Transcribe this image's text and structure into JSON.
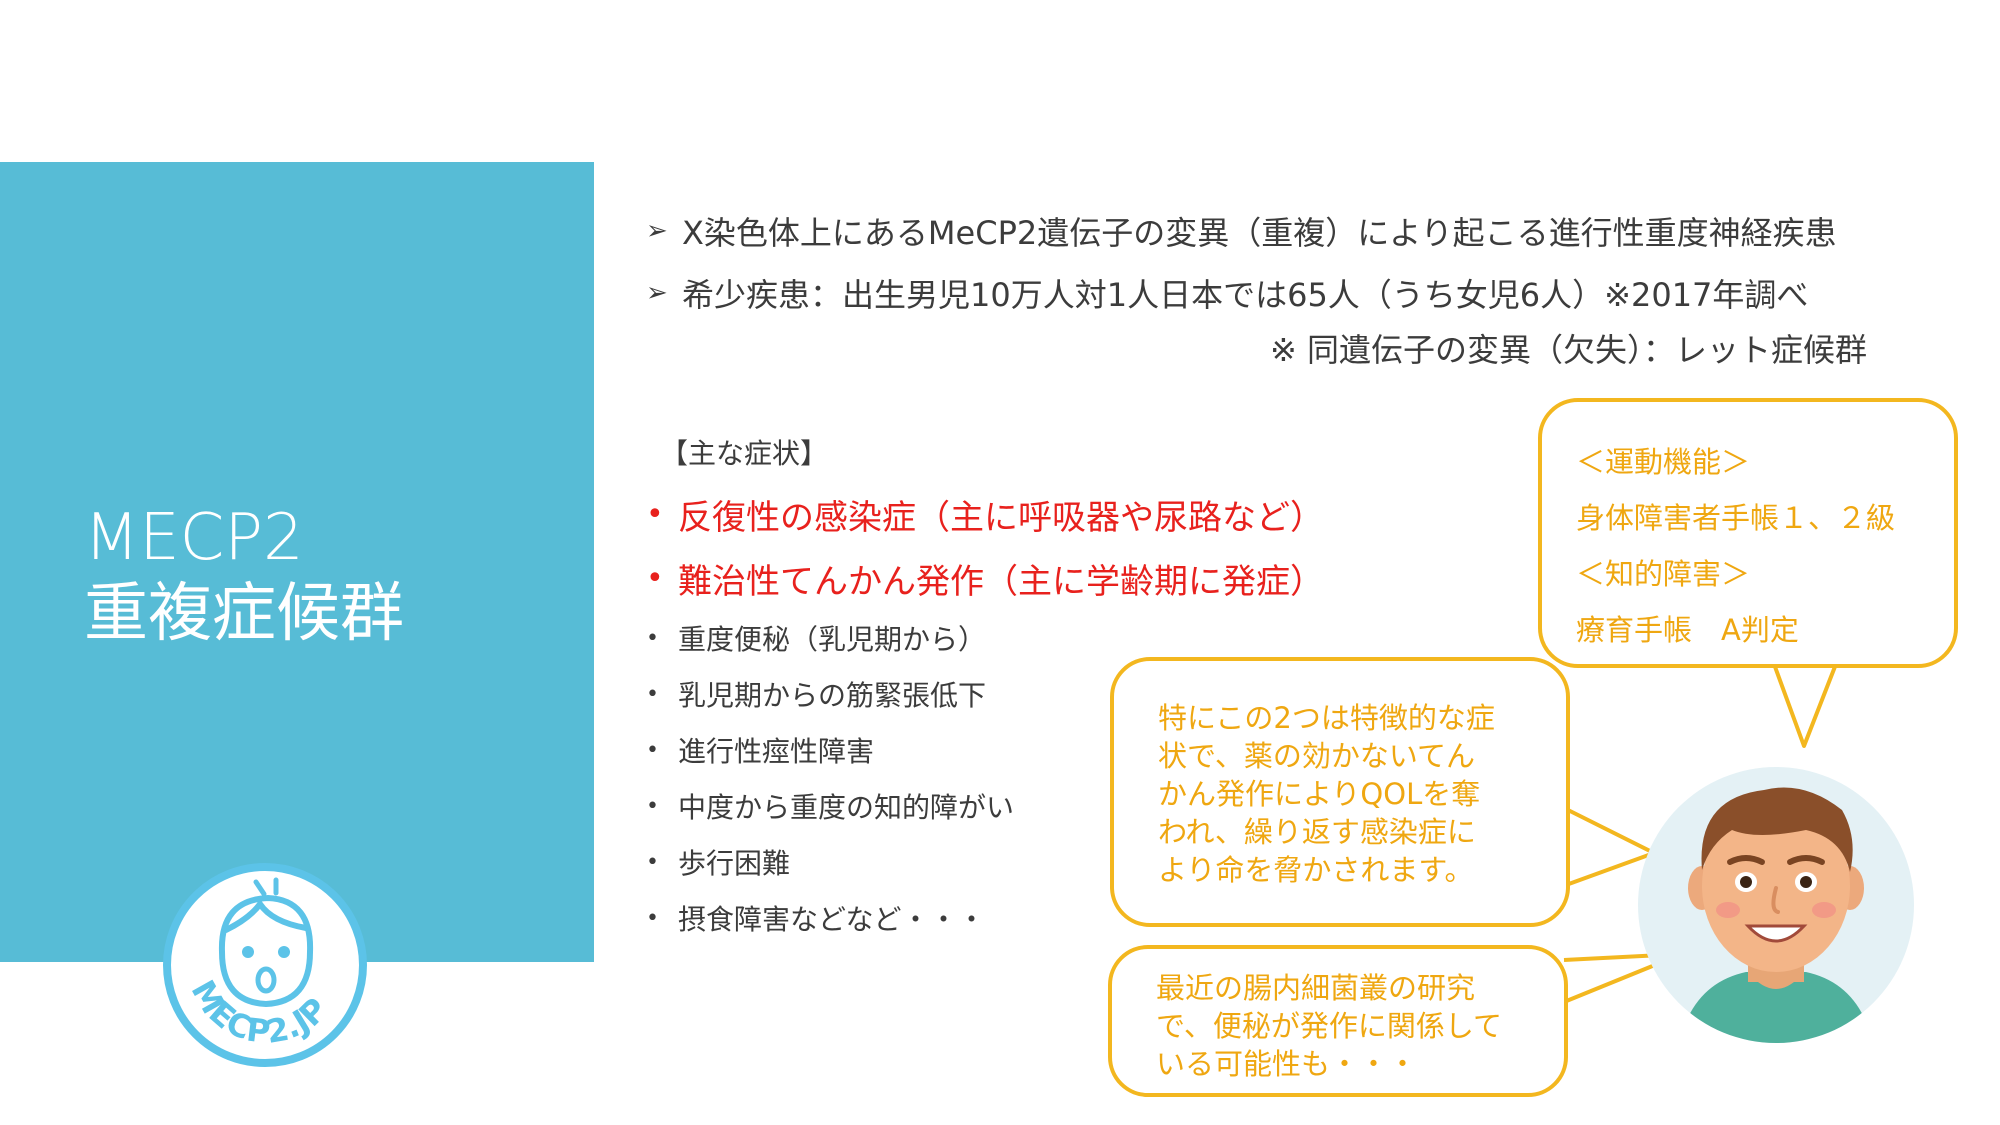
{
  "title": {
    "line1": "MECP2",
    "line2": "重複症候群"
  },
  "logo": {
    "text": "MECP2.JP"
  },
  "intro": [
    "X染色体上にあるMeCP2遺伝子の変異（重複）により起こる進行性重度神経疾患",
    "希少疾患：出生男児10万人対1人日本では65人（うち女児6人）※2017年調べ"
  ],
  "note": "※ 同遺伝子の変異（欠失）：レット症候群",
  "symptoms": {
    "heading": "【主な症状】",
    "major": [
      "反復性の感染症（主に呼吸器や尿路など）",
      "難治性てんかん発作（主に学齢期に発症）"
    ],
    "minor": [
      "重度便秘（乳児期から）",
      "乳児期からの筋緊張低下",
      "進行性痙性障害",
      "中度から重度の知的障がい",
      "歩行困難",
      "摂食障害などなど・・・"
    ]
  },
  "bubble_right": [
    "＜運動機能＞",
    "身体障害者手帳１、２級",
    "＜知的障害＞",
    "療育手帳　A判定"
  ],
  "bubble_mid": [
    "特にこの2つは特徴的な症",
    "状で、薬の効かないてん",
    "かん発作によりQOLを奪",
    "われ、繰り返す感染症に",
    "より命を脅かされます。"
  ],
  "bubble_bot": [
    "最近の腸内細菌叢の研究",
    "で、便秘が発作に関係して",
    "いる可能性も・・・"
  ],
  "colors": {
    "panel": "#57bcd6",
    "major_symptom": "#e8211d",
    "bubble_border": "#f3b71f",
    "bubble_text": "#efa711"
  }
}
